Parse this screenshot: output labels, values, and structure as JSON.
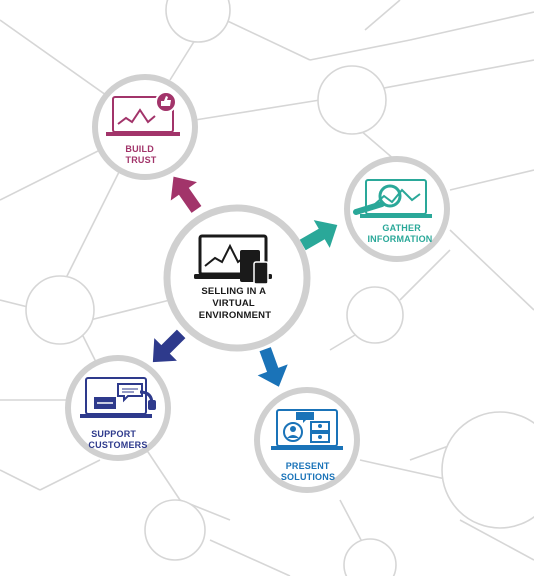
{
  "diagram": {
    "center": {
      "lines": [
        "SELLING IN A",
        "VIRTUAL",
        "ENVIRONMENT"
      ],
      "color": "#1a1a1a"
    },
    "nodes": [
      {
        "id": "build-trust",
        "lines": [
          "BUILD",
          "TRUST"
        ],
        "color": "#a2346a",
        "icon": "laptop-thumbs-up-icon"
      },
      {
        "id": "gather-information",
        "lines": [
          "GATHER",
          "INFORMATION"
        ],
        "color": "#2aa899",
        "icon": "laptop-magnifier-icon"
      },
      {
        "id": "support-customers",
        "lines": [
          "SUPPORT",
          "CUSTOMERS"
        ],
        "color": "#2e3a8c",
        "icon": "laptop-headset-icon"
      },
      {
        "id": "present-solutions",
        "lines": [
          "PRESENT",
          "SOLUTIONS"
        ],
        "color": "#1a73b8",
        "icon": "laptop-video-call-icon"
      }
    ],
    "arrow_colors": {
      "build-trust": "#a2346a",
      "gather-information": "#2aa899",
      "support-customers": "#2e3a8c",
      "present-solutions": "#1a73b8"
    },
    "network_line_color": "#d4d4d4"
  }
}
